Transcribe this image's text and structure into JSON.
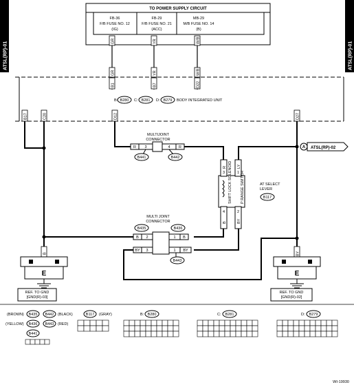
{
  "side_tag_left": "ATSL(RP)-01",
  "side_tag_right": "ATSL(RP)-01",
  "power_box": {
    "title": "TO POWER SUPPLY CIRCUIT",
    "fuses": [
      {
        "line1": "FB-36",
        "line2": "F/B FUSE NO. 12",
        "line3": "(IG)"
      },
      {
        "line1": "FB-29",
        "line2": "F/B FUSE NO. 21",
        "line3": "(ACC)"
      },
      {
        "line1": "MB-29",
        "line2": "M/B FUSE NO. 14",
        "line3": "(B)"
      }
    ]
  },
  "wire_colors": {
    "gr_top": "GR",
    "yr_top": "YR",
    "wb_top": "W/B",
    "gr_bot": "GR",
    "yr_bot": "YR",
    "wb_bot": "W/B",
    "b_left1": "B",
    "b_left2": "B",
    "gr_mid": "GR",
    "by_right": "BY",
    "r1": "R",
    "r2": "R",
    "b1": "B",
    "b2": "B",
    "b3": "B",
    "by1": "BY",
    "by2": "BY",
    "by3": "BY",
    "b_v": "B",
    "ly": "LY",
    "r_v": "R"
  },
  "pins": {
    "b1": "B1",
    "b7": "B7",
    "d22": "D22",
    "b17": "B17",
    "c20": "C20",
    "d12": "D12",
    "d27": "D27"
  },
  "biu": {
    "b_prefix": "B:",
    "b_code": "B280",
    "c_prefix": "C:",
    "c_code": "B281",
    "d_prefix": "D:",
    "d_code": "B279",
    "name": "BODY INTEGRATED UNIT"
  },
  "multijoint_top": {
    "line1": "MULTIJOINT",
    "line2": "CONNECTOR",
    "left_code": "B441",
    "right_code": "B442",
    "pin_l": "3",
    "pin_r": "4"
  },
  "multijoint_bot": {
    "line1": "MULTI JOINT",
    "line2": "CONNECTOR",
    "left_code": "B435",
    "right_code": "B436",
    "pin_2": "2",
    "pin_1": "1",
    "pin_3": "3",
    "pin_1b": "1",
    "b443": "B443"
  },
  "arrow_ref": {
    "letter": "A",
    "text": "ATSL(RP)-02"
  },
  "at_select": {
    "line1": "AT SELECT",
    "line2": "LEVER",
    "code": "B117",
    "solenoid": "SHIFT LOCK SOLENOID",
    "switch": "P RANGE SWITCH",
    "pin3": "3",
    "pin1": "1",
    "pin4": "4",
    "pin2": "2"
  },
  "ground_left": {
    "label": "E",
    "ref1": "REF. TO GND",
    "ref2": "[GND(R)-03]"
  },
  "ground_right": {
    "label": "E",
    "ref1": "REF. TO GND",
    "ref2": "[GND(R)-02]"
  },
  "legend": {
    "brown": "(BROWN)",
    "b435": "B435",
    "b442": "B442",
    "black": "(BLACK)",
    "yellow": "(YELLOW)",
    "b436": "B436",
    "b443": "B443",
    "red": "(RED)",
    "b441": "B441",
    "b117": "B117",
    "gray": "(GRAY)",
    "b280_prefix": "B:",
    "b280": "B280",
    "b281_prefix": "C:",
    "b281": "B281",
    "b279_prefix": "D:",
    "b279": "B279"
  },
  "figure_id": "WI-19930"
}
